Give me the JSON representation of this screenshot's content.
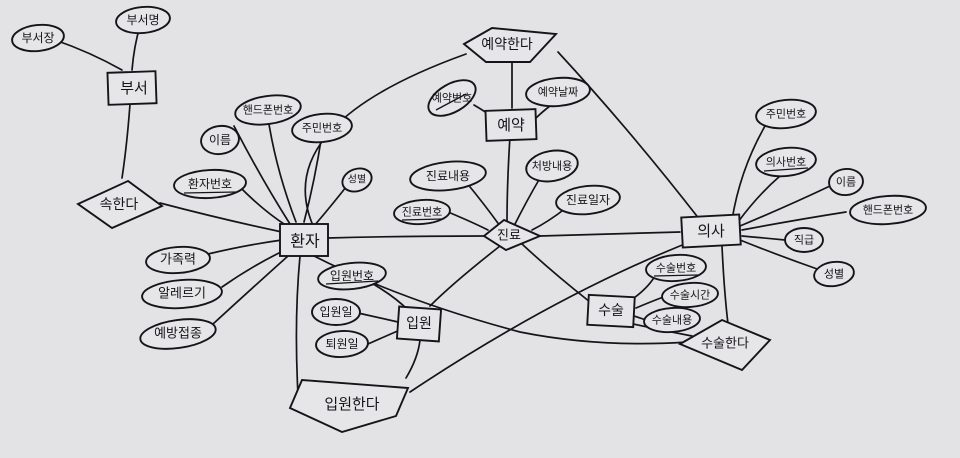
{
  "entities": {
    "department": "부서",
    "patient": "환자",
    "reservation": "예약",
    "treatment": "진료",
    "doctor": "의사",
    "surgery": "수술",
    "admission": "입원"
  },
  "relationships": {
    "belongs": "속한다",
    "reserves": "예약한다",
    "operates": "수술한다",
    "admits": "입원한다"
  },
  "attributes": {
    "dept_manager": "부서장",
    "dept_name": "부서명",
    "patient_phone": "핸드폰번호",
    "patient_name": "이름",
    "patient_ssn": "주민번호",
    "patient_gender": "성별",
    "patient_id": "환자번호",
    "patient_family": "가족력",
    "patient_allergy": "알레르기",
    "patient_vaccine": "예방접종",
    "res_no": "예약번호",
    "res_date": "예약날짜",
    "treat_content": "진료내용",
    "treat_prescription": "처방내용",
    "treat_no": "진료번호",
    "treat_date": "진료일자",
    "adm_no": "입원번호",
    "adm_in": "입원일",
    "adm_out": "퇴원일",
    "surg_no": "수술번호",
    "surg_time": "수술시간",
    "surg_content": "수술내용",
    "doc_ssn": "주민번호",
    "doc_id": "의사번호",
    "doc_name": "이름",
    "doc_phone": "핸드폰번호",
    "doc_rank": "직급",
    "doc_gender": "성별"
  }
}
